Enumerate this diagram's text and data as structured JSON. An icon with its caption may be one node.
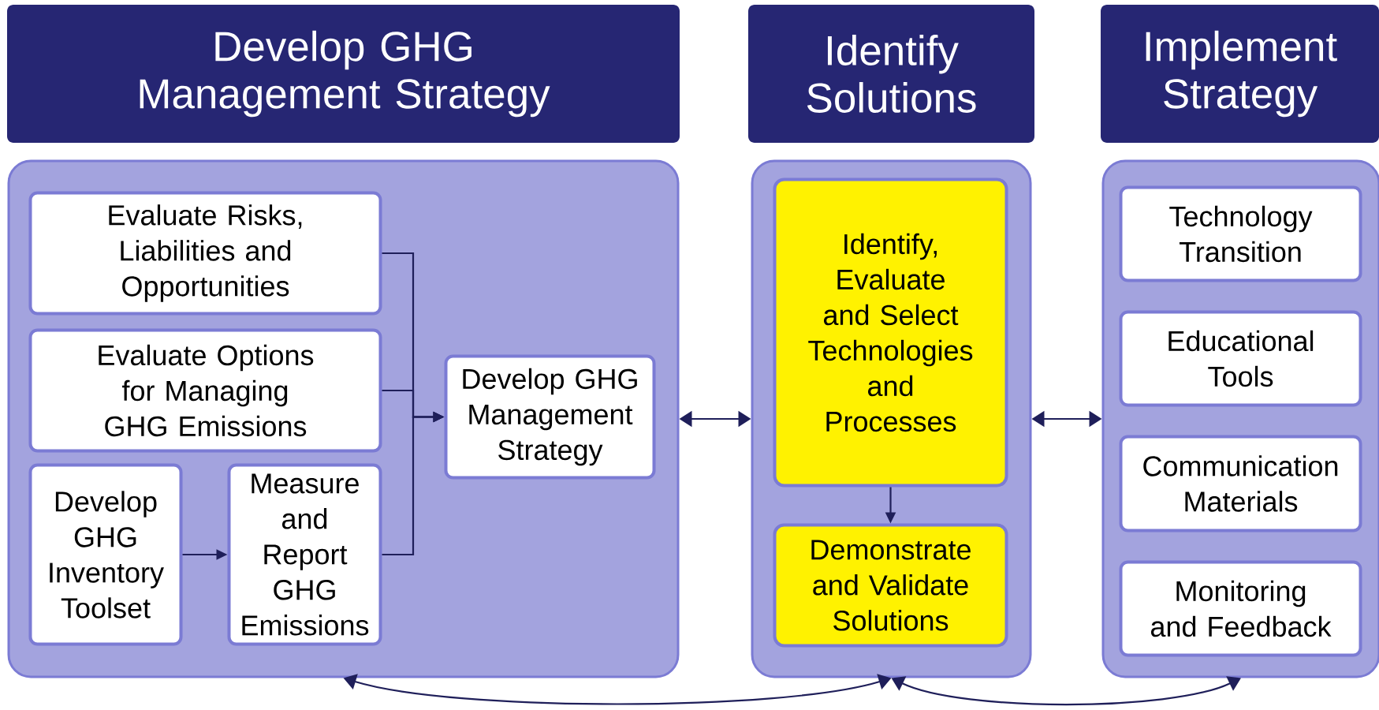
{
  "diagram": {
    "nodes": [
      {
        "text": [
          "Develop GHG Management Strategy"
        ]
      },
      {
        "text": [
          "Identify Solutions"
        ]
      },
      {
        "text": [
          "Implement Strategy"
        ]
      },
      {
        "text": [],
        "shape": "box"
      },
      {
        "text": [
          "Evaluate Risks, Liabilities and Opportunities"
        ],
        "in": 3
      },
      {
        "text": [
          "Evaluate Options for Managing GHG Emissions"
        ],
        "in": 3
      },
      {
        "text": [
          "Develop GHG Inventory Toolset"
        ],
        "in": 3
      },
      {
        "text": [
          "Measure and Report GHG Emissions"
        ],
        "in": 3
      },
      {
        "text": [
          "Develop GHG Management Strategy"
        ],
        "in": 3
      },
      {
        "text": [],
        "shape": "box"
      },
      {
        "text": [
          "Identify, Evaluate and Select Technologies and Processes"
        ],
        "in": 9
      },
      {
        "text": [
          "Demonstrate and Validate Solutions"
        ],
        "in": 9
      },
      {
        "text": [],
        "shape": "box"
      },
      {
        "text": [
          "Technology Transition"
        ],
        "in": 12
      },
      {
        "text": [
          "Educational Tools"
        ],
        "in": 12
      },
      {
        "text": [
          "Communication Materials"
        ],
        "in": 12
      },
      {
        "text": [
          "Monitoring and Feedback"
        ],
        "in": 12
      }
    ],
    "edges": [
      {
        "from": 4,
        "to": 8,
        "arrow": "to"
      },
      {
        "from": 5,
        "to": 8,
        "arrow": "to"
      },
      {
        "from": 7,
        "to": 8,
        "arrow": "to"
      },
      {
        "from": 6,
        "to": 7,
        "arrow": "to"
      },
      {
        "from": 3,
        "to": 9,
        "arrow": "both"
      },
      {
        "from": 9,
        "to": 12,
        "arrow": "both"
      },
      {
        "from": 10,
        "to": 11,
        "arrow": "to"
      },
      {
        "from": 9,
        "to": 3,
        "arrow": "both"
      },
      {
        "from": 9,
        "to": 12,
        "arrow": "both"
      }
    ]
  }
}
